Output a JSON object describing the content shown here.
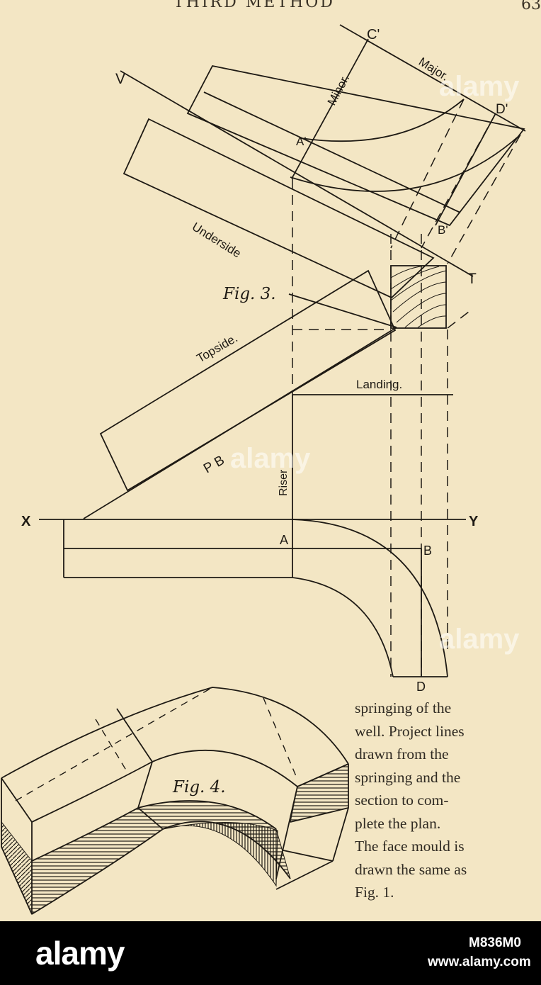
{
  "header": {
    "title": "THIRD METHOD",
    "page_number": "63"
  },
  "figure3": {
    "caption": "Fig. 3.",
    "labels": {
      "c_prime": "C'",
      "minor": "Minor.",
      "major": "Major.",
      "d_prime": "D'",
      "v": "V",
      "a_prime": "A'",
      "b_prime": "B'",
      "underside": "Underside",
      "t": "T",
      "topside": "Topside.",
      "landing": "Landing.",
      "pb": "P B",
      "riser": "Riser",
      "x": "X",
      "y": "Y",
      "a": "A",
      "b": "B",
      "d": "D"
    }
  },
  "figure4": {
    "caption": "Fig. 4."
  },
  "body_text": [
    "springing of the",
    "well. Project lines",
    "drawn from the",
    "springing and the",
    "section to com-",
    "plete the plan.",
    "The face mould is",
    "drawn the same as",
    "Fig. 1."
  ],
  "watermark": {
    "logo": "alamy",
    "image_code": "M836M0",
    "site": "www.alamy.com"
  }
}
